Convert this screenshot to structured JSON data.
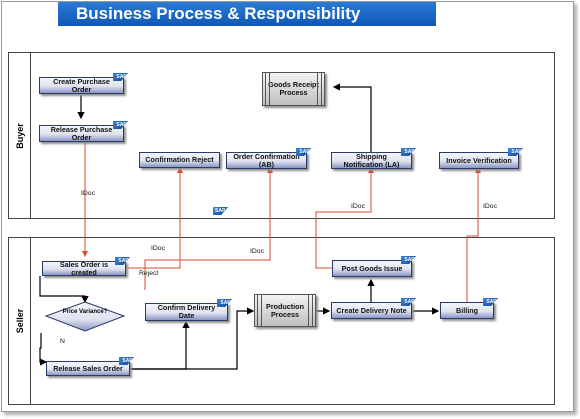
{
  "title": "Business Process & Responsibility",
  "lanes": {
    "buyer": "Buyer",
    "seller": "Seller"
  },
  "sap_logo": "SAP",
  "boxes": {
    "create_po": "Create Purchase Order",
    "release_po": "Release Purchase Order",
    "goods_receipt": "Goods Receipt Process",
    "confirmation_reject": "Confirmation Reject",
    "order_confirmation": "Order Confirmation (AB)",
    "shipping_notification": "Shipping Notification (LA)",
    "invoice_verification": "Invoice Verification",
    "sales_order": "Sales Order is created",
    "price_variance": "Price Variance?",
    "release_sales_order": "Release Sales Order",
    "confirm_delivery": "Confirm Delivery Date",
    "production_process": "Production Process",
    "post_goods_issue": "Post Goods Issue",
    "create_delivery_note": "Create Delivery Note",
    "billing": "Billing"
  },
  "labels": {
    "idoc_1": "IDoc",
    "idoc_2": "IDoc",
    "idoc_3": "IDoc",
    "idoc_4": "IDoc",
    "idoc_5": "IDoc",
    "reject": "Reject",
    "n": "N"
  },
  "colors": {
    "title_blue": "#1565c0",
    "idoc_line": "#d94b2b",
    "flow_line": "#000000"
  }
}
